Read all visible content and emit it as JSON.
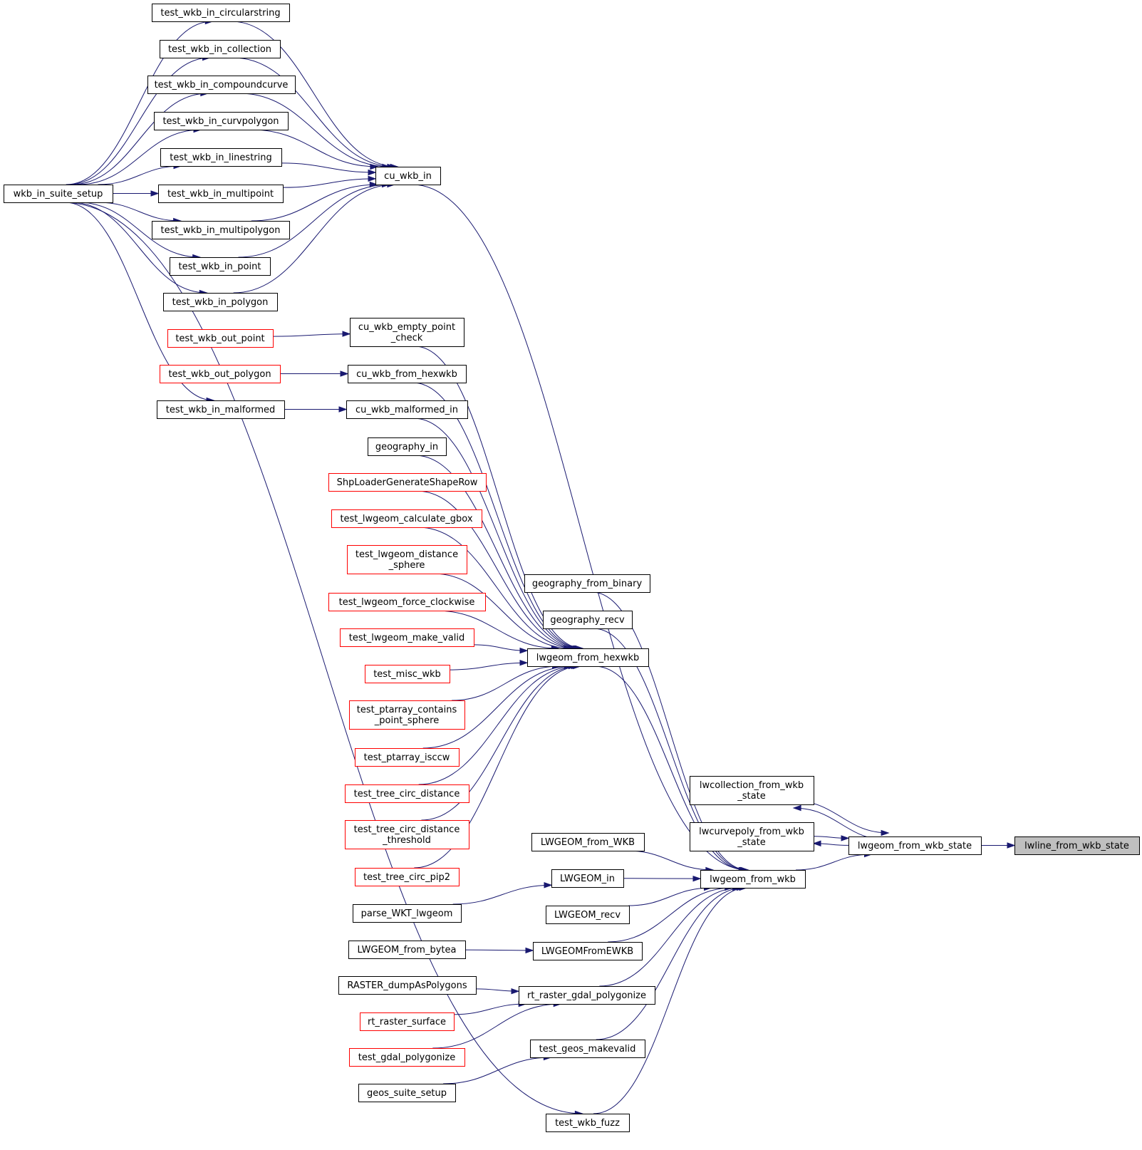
{
  "colors": {
    "edge": "#191970",
    "normal_border": "#000000",
    "incomplete_border": "#ff0000",
    "root_fill": "#bfbfbf",
    "node_fill": "#ffffff"
  },
  "nodes": [
    {
      "id": "lwline_from_wkb_state",
      "lines": [
        "lwline_from_wkb_state"
      ],
      "style": "root"
    },
    {
      "id": "lwgeom_from_wkb_state",
      "lines": [
        "lwgeom_from_wkb_state"
      ],
      "style": "normal"
    },
    {
      "id": "lwcollection_from_wkb_state",
      "lines": [
        "lwcollection_from_wkb",
        "_state"
      ],
      "style": "normal"
    },
    {
      "id": "lwcurvepoly_from_wkb_state",
      "lines": [
        "lwcurvepoly_from_wkb",
        "_state"
      ],
      "style": "normal"
    },
    {
      "id": "lwgeom_from_wkb",
      "lines": [
        "lwgeom_from_wkb"
      ],
      "style": "normal"
    },
    {
      "id": "cu_wkb_in",
      "lines": [
        "cu_wkb_in"
      ],
      "style": "normal"
    },
    {
      "id": "geography_from_binary",
      "lines": [
        "geography_from_binary"
      ],
      "style": "normal"
    },
    {
      "id": "geography_recv",
      "lines": [
        "geography_recv"
      ],
      "style": "normal"
    },
    {
      "id": "lwgeom_from_hexwkb",
      "lines": [
        "lwgeom_from_hexwkb"
      ],
      "style": "normal"
    },
    {
      "id": "LWGEOM_from_WKB",
      "lines": [
        "LWGEOM_from_WKB"
      ],
      "style": "normal"
    },
    {
      "id": "LWGEOM_in",
      "lines": [
        "LWGEOM_in"
      ],
      "style": "normal"
    },
    {
      "id": "LWGEOM_recv",
      "lines": [
        "LWGEOM_recv"
      ],
      "style": "normal"
    },
    {
      "id": "LWGEOMFromEWKB",
      "lines": [
        "LWGEOMFromEWKB"
      ],
      "style": "normal"
    },
    {
      "id": "rt_raster_gdal_polygonize",
      "lines": [
        "rt_raster_gdal_polygonize"
      ],
      "style": "normal"
    },
    {
      "id": "test_geos_makevalid",
      "lines": [
        "test_geos_makevalid"
      ],
      "style": "normal"
    },
    {
      "id": "test_wkb_fuzz",
      "lines": [
        "test_wkb_fuzz"
      ],
      "style": "normal"
    },
    {
      "id": "test_wkb_in_circularstring",
      "lines": [
        "test_wkb_in_circularstring"
      ],
      "style": "normal"
    },
    {
      "id": "test_wkb_in_collection",
      "lines": [
        "test_wkb_in_collection"
      ],
      "style": "normal"
    },
    {
      "id": "test_wkb_in_compoundcurve",
      "lines": [
        "test_wkb_in_compoundcurve"
      ],
      "style": "normal"
    },
    {
      "id": "test_wkb_in_curvpolygon",
      "lines": [
        "test_wkb_in_curvpolygon"
      ],
      "style": "normal"
    },
    {
      "id": "test_wkb_in_linestring",
      "lines": [
        "test_wkb_in_linestring"
      ],
      "style": "normal"
    },
    {
      "id": "test_wkb_in_multipoint",
      "lines": [
        "test_wkb_in_multipoint"
      ],
      "style": "normal"
    },
    {
      "id": "test_wkb_in_multipolygon",
      "lines": [
        "test_wkb_in_multipolygon"
      ],
      "style": "normal"
    },
    {
      "id": "test_wkb_in_point",
      "lines": [
        "test_wkb_in_point"
      ],
      "style": "normal"
    },
    {
      "id": "test_wkb_in_polygon",
      "lines": [
        "test_wkb_in_polygon"
      ],
      "style": "normal"
    },
    {
      "id": "cu_wkb_empty_point_check",
      "lines": [
        "cu_wkb_empty_point",
        "_check"
      ],
      "style": "normal"
    },
    {
      "id": "cu_wkb_from_hexwkb",
      "lines": [
        "cu_wkb_from_hexwkb"
      ],
      "style": "normal"
    },
    {
      "id": "cu_wkb_malformed_in",
      "lines": [
        "cu_wkb_malformed_in"
      ],
      "style": "normal"
    },
    {
      "id": "geography_in",
      "lines": [
        "geography_in"
      ],
      "style": "normal"
    },
    {
      "id": "ShpLoaderGenerateShapeRow",
      "lines": [
        "ShpLoaderGenerateShapeRow"
      ],
      "style": "incomplete"
    },
    {
      "id": "test_lwgeom_calculate_gbox",
      "lines": [
        "test_lwgeom_calculate_gbox"
      ],
      "style": "incomplete"
    },
    {
      "id": "test_lwgeom_distance_sphere",
      "lines": [
        "test_lwgeom_distance",
        "_sphere"
      ],
      "style": "incomplete"
    },
    {
      "id": "test_lwgeom_force_clockwise",
      "lines": [
        "test_lwgeom_force_clockwise"
      ],
      "style": "incomplete"
    },
    {
      "id": "test_lwgeom_make_valid",
      "lines": [
        "test_lwgeom_make_valid"
      ],
      "style": "incomplete"
    },
    {
      "id": "test_misc_wkb",
      "lines": [
        "test_misc_wkb"
      ],
      "style": "incomplete"
    },
    {
      "id": "test_ptarray_contains_point_sphere",
      "lines": [
        "test_ptarray_contains",
        "_point_sphere"
      ],
      "style": "incomplete"
    },
    {
      "id": "test_ptarray_isccw",
      "lines": [
        "test_ptarray_isccw"
      ],
      "style": "incomplete"
    },
    {
      "id": "test_tree_circ_distance",
      "lines": [
        "test_tree_circ_distance"
      ],
      "style": "incomplete"
    },
    {
      "id": "test_tree_circ_distance_threshold",
      "lines": [
        "test_tree_circ_distance",
        "_threshold"
      ],
      "style": "incomplete"
    },
    {
      "id": "test_tree_circ_pip2",
      "lines": [
        "test_tree_circ_pip2"
      ],
      "style": "incomplete"
    },
    {
      "id": "parse_WKT_lwgeom",
      "lines": [
        "parse_WKT_lwgeom"
      ],
      "style": "normal"
    },
    {
      "id": "LWGEOM_from_bytea",
      "lines": [
        "LWGEOM_from_bytea"
      ],
      "style": "normal"
    },
    {
      "id": "RASTER_dumpAsPolygons",
      "lines": [
        "RASTER_dumpAsPolygons"
      ],
      "style": "normal"
    },
    {
      "id": "rt_raster_surface",
      "lines": [
        "rt_raster_surface"
      ],
      "style": "incomplete"
    },
    {
      "id": "test_gdal_polygonize",
      "lines": [
        "test_gdal_polygonize"
      ],
      "style": "incomplete"
    },
    {
      "id": "geos_suite_setup",
      "lines": [
        "geos_suite_setup"
      ],
      "style": "normal"
    },
    {
      "id": "wkb_in_suite_setup",
      "lines": [
        "wkb_in_suite_setup"
      ],
      "style": "normal"
    },
    {
      "id": "test_wkb_in_malformed",
      "lines": [
        "test_wkb_in_malformed"
      ],
      "style": "normal"
    },
    {
      "id": "test_wkb_out_point",
      "lines": [
        "test_wkb_out_point"
      ],
      "style": "incomplete"
    },
    {
      "id": "test_wkb_out_polygon",
      "lines": [
        "test_wkb_out_polygon"
      ],
      "style": "incomplete"
    }
  ],
  "edges": [
    {
      "from": "lwline_from_wkb_state",
      "to": "lwgeom_from_wkb_state"
    },
    {
      "from": "lwgeom_from_wkb_state",
      "to": "lwcollection_from_wkb_state"
    },
    {
      "from": "lwgeom_from_wkb_state",
      "to": "lwcurvepoly_from_wkb_state"
    },
    {
      "from": "lwgeom_from_wkb_state",
      "to": "lwgeom_from_wkb"
    },
    {
      "from": "lwcollection_from_wkb_state",
      "to": "lwgeom_from_wkb_state"
    },
    {
      "from": "lwcurvepoly_from_wkb_state",
      "to": "lwgeom_from_wkb_state"
    },
    {
      "from": "lwgeom_from_wkb",
      "to": "cu_wkb_in"
    },
    {
      "from": "lwgeom_from_wkb",
      "to": "geography_from_binary"
    },
    {
      "from": "lwgeom_from_wkb",
      "to": "geography_recv"
    },
    {
      "from": "lwgeom_from_wkb",
      "to": "lwgeom_from_hexwkb"
    },
    {
      "from": "lwgeom_from_wkb",
      "to": "LWGEOM_from_WKB"
    },
    {
      "from": "lwgeom_from_wkb",
      "to": "LWGEOM_in"
    },
    {
      "from": "lwgeom_from_wkb",
      "to": "LWGEOM_recv"
    },
    {
      "from": "lwgeom_from_wkb",
      "to": "LWGEOMFromEWKB"
    },
    {
      "from": "lwgeom_from_wkb",
      "to": "rt_raster_gdal_polygonize"
    },
    {
      "from": "lwgeom_from_wkb",
      "to": "test_geos_makevalid"
    },
    {
      "from": "lwgeom_from_wkb",
      "to": "test_wkb_fuzz"
    },
    {
      "from": "cu_wkb_in",
      "to": "test_wkb_in_circularstring"
    },
    {
      "from": "cu_wkb_in",
      "to": "test_wkb_in_collection"
    },
    {
      "from": "cu_wkb_in",
      "to": "test_wkb_in_compoundcurve"
    },
    {
      "from": "cu_wkb_in",
      "to": "test_wkb_in_curvpolygon"
    },
    {
      "from": "cu_wkb_in",
      "to": "test_wkb_in_linestring"
    },
    {
      "from": "cu_wkb_in",
      "to": "test_wkb_in_multipoint"
    },
    {
      "from": "cu_wkb_in",
      "to": "test_wkb_in_multipolygon"
    },
    {
      "from": "cu_wkb_in",
      "to": "test_wkb_in_point"
    },
    {
      "from": "cu_wkb_in",
      "to": "test_wkb_in_polygon"
    },
    {
      "from": "lwgeom_from_hexwkb",
      "to": "cu_wkb_empty_point_check"
    },
    {
      "from": "lwgeom_from_hexwkb",
      "to": "cu_wkb_from_hexwkb"
    },
    {
      "from": "lwgeom_from_hexwkb",
      "to": "cu_wkb_malformed_in"
    },
    {
      "from": "lwgeom_from_hexwkb",
      "to": "geography_in"
    },
    {
      "from": "lwgeom_from_hexwkb",
      "to": "ShpLoaderGenerateShapeRow"
    },
    {
      "from": "lwgeom_from_hexwkb",
      "to": "test_lwgeom_calculate_gbox"
    },
    {
      "from": "lwgeom_from_hexwkb",
      "to": "test_lwgeom_distance_sphere"
    },
    {
      "from": "lwgeom_from_hexwkb",
      "to": "test_lwgeom_force_clockwise"
    },
    {
      "from": "lwgeom_from_hexwkb",
      "to": "test_lwgeom_make_valid"
    },
    {
      "from": "lwgeom_from_hexwkb",
      "to": "test_misc_wkb"
    },
    {
      "from": "lwgeom_from_hexwkb",
      "to": "test_ptarray_contains_point_sphere"
    },
    {
      "from": "lwgeom_from_hexwkb",
      "to": "test_ptarray_isccw"
    },
    {
      "from": "lwgeom_from_hexwkb",
      "to": "test_tree_circ_distance"
    },
    {
      "from": "lwgeom_from_hexwkb",
      "to": "test_tree_circ_distance_threshold"
    },
    {
      "from": "lwgeom_from_hexwkb",
      "to": "test_tree_circ_pip2"
    },
    {
      "from": "LWGEOM_in",
      "to": "parse_WKT_lwgeom"
    },
    {
      "from": "LWGEOMFromEWKB",
      "to": "LWGEOM_from_bytea"
    },
    {
      "from": "rt_raster_gdal_polygonize",
      "to": "RASTER_dumpAsPolygons"
    },
    {
      "from": "rt_raster_gdal_polygonize",
      "to": "rt_raster_surface"
    },
    {
      "from": "rt_raster_gdal_polygonize",
      "to": "test_gdal_polygonize"
    },
    {
      "from": "test_geos_makevalid",
      "to": "geos_suite_setup"
    },
    {
      "from": "test_wkb_fuzz",
      "to": "wkb_in_suite_setup"
    },
    {
      "from": "test_wkb_in_circularstring",
      "to": "wkb_in_suite_setup"
    },
    {
      "from": "test_wkb_in_collection",
      "to": "wkb_in_suite_setup"
    },
    {
      "from": "test_wkb_in_compoundcurve",
      "to": "wkb_in_suite_setup"
    },
    {
      "from": "test_wkb_in_curvpolygon",
      "to": "wkb_in_suite_setup"
    },
    {
      "from": "test_wkb_in_linestring",
      "to": "wkb_in_suite_setup"
    },
    {
      "from": "test_wkb_in_multipoint",
      "to": "wkb_in_suite_setup"
    },
    {
      "from": "test_wkb_in_multipolygon",
      "to": "wkb_in_suite_setup"
    },
    {
      "from": "test_wkb_in_point",
      "to": "wkb_in_suite_setup"
    },
    {
      "from": "test_wkb_in_polygon",
      "to": "wkb_in_suite_setup"
    },
    {
      "from": "cu_wkb_empty_point_check",
      "to": "test_wkb_out_point"
    },
    {
      "from": "cu_wkb_from_hexwkb",
      "to": "test_wkb_out_polygon"
    },
    {
      "from": "cu_wkb_malformed_in",
      "to": "test_wkb_in_malformed"
    },
    {
      "from": "test_wkb_in_malformed",
      "to": "wkb_in_suite_setup"
    }
  ]
}
